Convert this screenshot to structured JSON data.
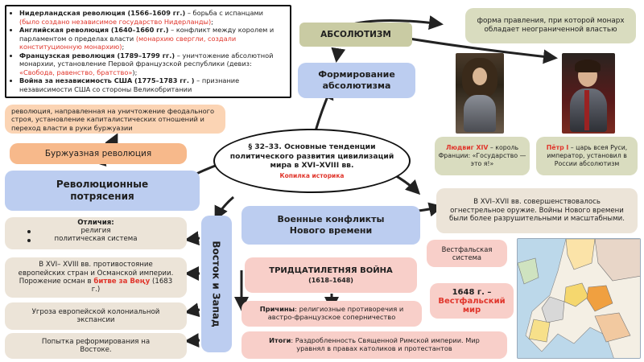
{
  "topleft": {
    "items": [
      {
        "title": "Нидерландская революция (1566–1609 гг.)",
        "text": " – борьба с испанцами ",
        "red": "(было создано независимое государство Нидерланды)",
        "end": ";"
      },
      {
        "title": "Английская революция (1640–1660 гг.)",
        "text": " – конфликт между королем и парламентом о пределах власти ",
        "red": "(монархию свергли, создали конституционную монархию)",
        "end": ";"
      },
      {
        "title": "Французская революция (1789–1799 гг.)",
        "text": " – уничтожение абсолютной монархии, установление Первой французской республики (девиз: ",
        "red": "«Свобода, равенство, братство»",
        "end": ");"
      },
      {
        "title": "Война за независимость США (1775–1783 гг. )",
        "text": " – признание независимости США со стороны Великобритании",
        "red": "",
        "end": ""
      }
    ]
  },
  "center": {
    "title": "§ 32–33. Основные тенденции политического развития цивилизаций мира в XVI–XVIII вв.",
    "sub": "Копилка историка"
  },
  "absolutism": {
    "label": "АБСОЛЮТИЗМ",
    "definition": "форма правления, при которой монарх обладает неограниченной властью",
    "formation": "Формирование абсолютизма"
  },
  "louis": {
    "name": "Людвиг XIV",
    "desc": " – король Франции: «Государство — это я!»"
  },
  "peter": {
    "name": "Пётр I",
    "desc": " – царь всея Руси, император, установил в России абсолютизм"
  },
  "revolution": {
    "definition": "революция, направленная на уничтожение феодального строя, установление капиталистических отношений и переход власти в руки буржуазии",
    "bourgeois": "Буржуазная революция",
    "upheavals": "Революционные потрясения"
  },
  "eastwest": {
    "label": "Восток и Запад",
    "differences_title": "Отличия:",
    "differences": [
      "религия",
      "политическая система"
    ],
    "confrontation_pre": "В XVI– XVIII вв. противостояние европейских стран и Османской империи. Порожение осман в ",
    "confrontation_red": "битве за Веңу",
    "confrontation_post": " (1683 г.)",
    "colonial": "Угроза европейской колониальной экспансии",
    "reform": "Попытка реформирования на Востоке."
  },
  "military": {
    "label": "Военные конфликты Нового времени",
    "desc": "В XVI–XVII вв. совершенствовалось огнестрельное оружие. Войны Нового времени были более разрушительными и масштабными."
  },
  "thirty": {
    "label": "ТРИДЦАТИЛЕТНЯЯ ВОЙНА",
    "years": "(1618–1648)",
    "causes_title": "Причины",
    "causes": ": религиозные противоречия и австро-французское соперничество",
    "results_title": "Итоги",
    "results": ": Раздробленность Священной Римской империи. Мир уравнял в правах католиков и протестантов"
  },
  "westphalia": {
    "system": "Вестфальская система",
    "year": "1648 г. –",
    "peace": "Вестфальский мир"
  },
  "colors": {
    "blue": "#bccdf0",
    "orange": "#fbd4b4",
    "orange_dark": "#f7b98b",
    "beige": "#ece4d8",
    "pink": "#f8cfc9",
    "olive": "#d9dcbf",
    "olive_dark": "#c9cba3",
    "red": "#e0362c"
  }
}
